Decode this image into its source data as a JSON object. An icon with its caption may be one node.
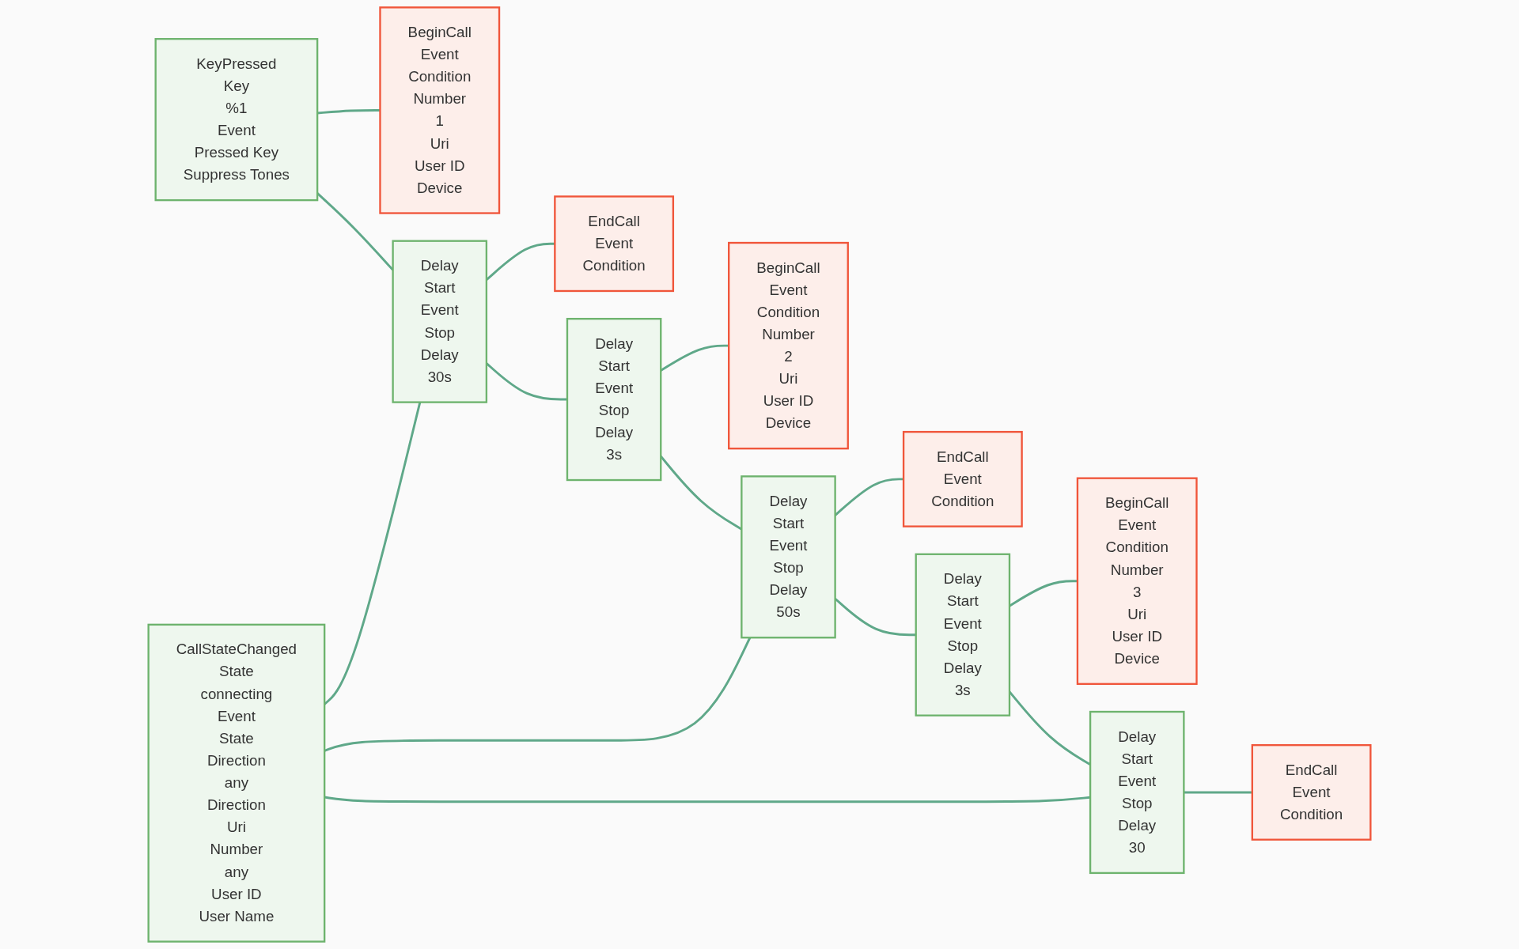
{
  "diagram": {
    "nodes": [
      {
        "text": [
          "KeyPressed",
          "Key",
          "%1",
          "Event",
          "Pressed Key",
          "Suppress Tones"
        ]
      },
      {
        "text": [
          "BeginCall",
          "Event",
          "Condition",
          "Number",
          "1",
          "Uri",
          "User ID",
          "Device"
        ]
      },
      {
        "text": [
          "Delay",
          "Start",
          "Event",
          "Stop",
          "Delay",
          "30s"
        ]
      },
      {
        "text": [
          "EndCall",
          "Event",
          "Condition"
        ]
      },
      {
        "text": [
          "BeginCall",
          "Event",
          "Condition",
          "Number",
          "2",
          "Uri",
          "User ID",
          "Device"
        ]
      },
      {
        "text": [
          "Delay",
          "Start",
          "Event",
          "Stop",
          "Delay",
          "3s"
        ]
      },
      {
        "text": [
          "Delay",
          "Start",
          "Event",
          "Stop",
          "Delay",
          "50s"
        ]
      },
      {
        "text": [
          "EndCall",
          "Event",
          "Condition"
        ]
      },
      {
        "text": [
          "BeginCall",
          "Event",
          "Condition",
          "Number",
          "3",
          "Uri",
          "User ID",
          "Device"
        ]
      },
      {
        "text": [
          "CallStateChanged",
          "State",
          "connecting",
          "Event",
          "State",
          "Direction",
          "any",
          "Direction",
          "Uri",
          "Number",
          "any",
          "User ID",
          "User Name"
        ]
      },
      {
        "text": [
          "Delay",
          "Start",
          "Event",
          "Stop",
          "Delay",
          "3s"
        ]
      },
      {
        "text": [
          "Delay",
          "Start",
          "Event",
          "Stop",
          "Delay",
          "30"
        ]
      },
      {
        "text": [
          "EndCall",
          "Event",
          "Condition"
        ]
      }
    ],
    "edges": [
      {
        "from": 0,
        "to": 1,
        "arrow": "none"
      },
      {
        "from": 0,
        "to": 2,
        "arrow": "none"
      },
      {
        "from": 2,
        "to": 3,
        "arrow": "none"
      },
      {
        "from": 2,
        "to": 5,
        "arrow": "none"
      },
      {
        "from": 5,
        "to": 4,
        "arrow": "none"
      },
      {
        "from": 5,
        "to": 6,
        "arrow": "none"
      },
      {
        "from": 9,
        "to": 2,
        "arrow": "none"
      },
      {
        "from": 9,
        "to": 6,
        "arrow": "none"
      },
      {
        "from": 9,
        "to": 11,
        "arrow": "none"
      },
      {
        "from": 6,
        "to": 7,
        "arrow": "none"
      },
      {
        "from": 6,
        "to": 10,
        "arrow": "none"
      },
      {
        "from": 10,
        "to": 8,
        "arrow": "none"
      },
      {
        "from": 10,
        "to": 11,
        "arrow": "none"
      },
      {
        "from": 11,
        "to": 12,
        "arrow": "none"
      }
    ]
  }
}
